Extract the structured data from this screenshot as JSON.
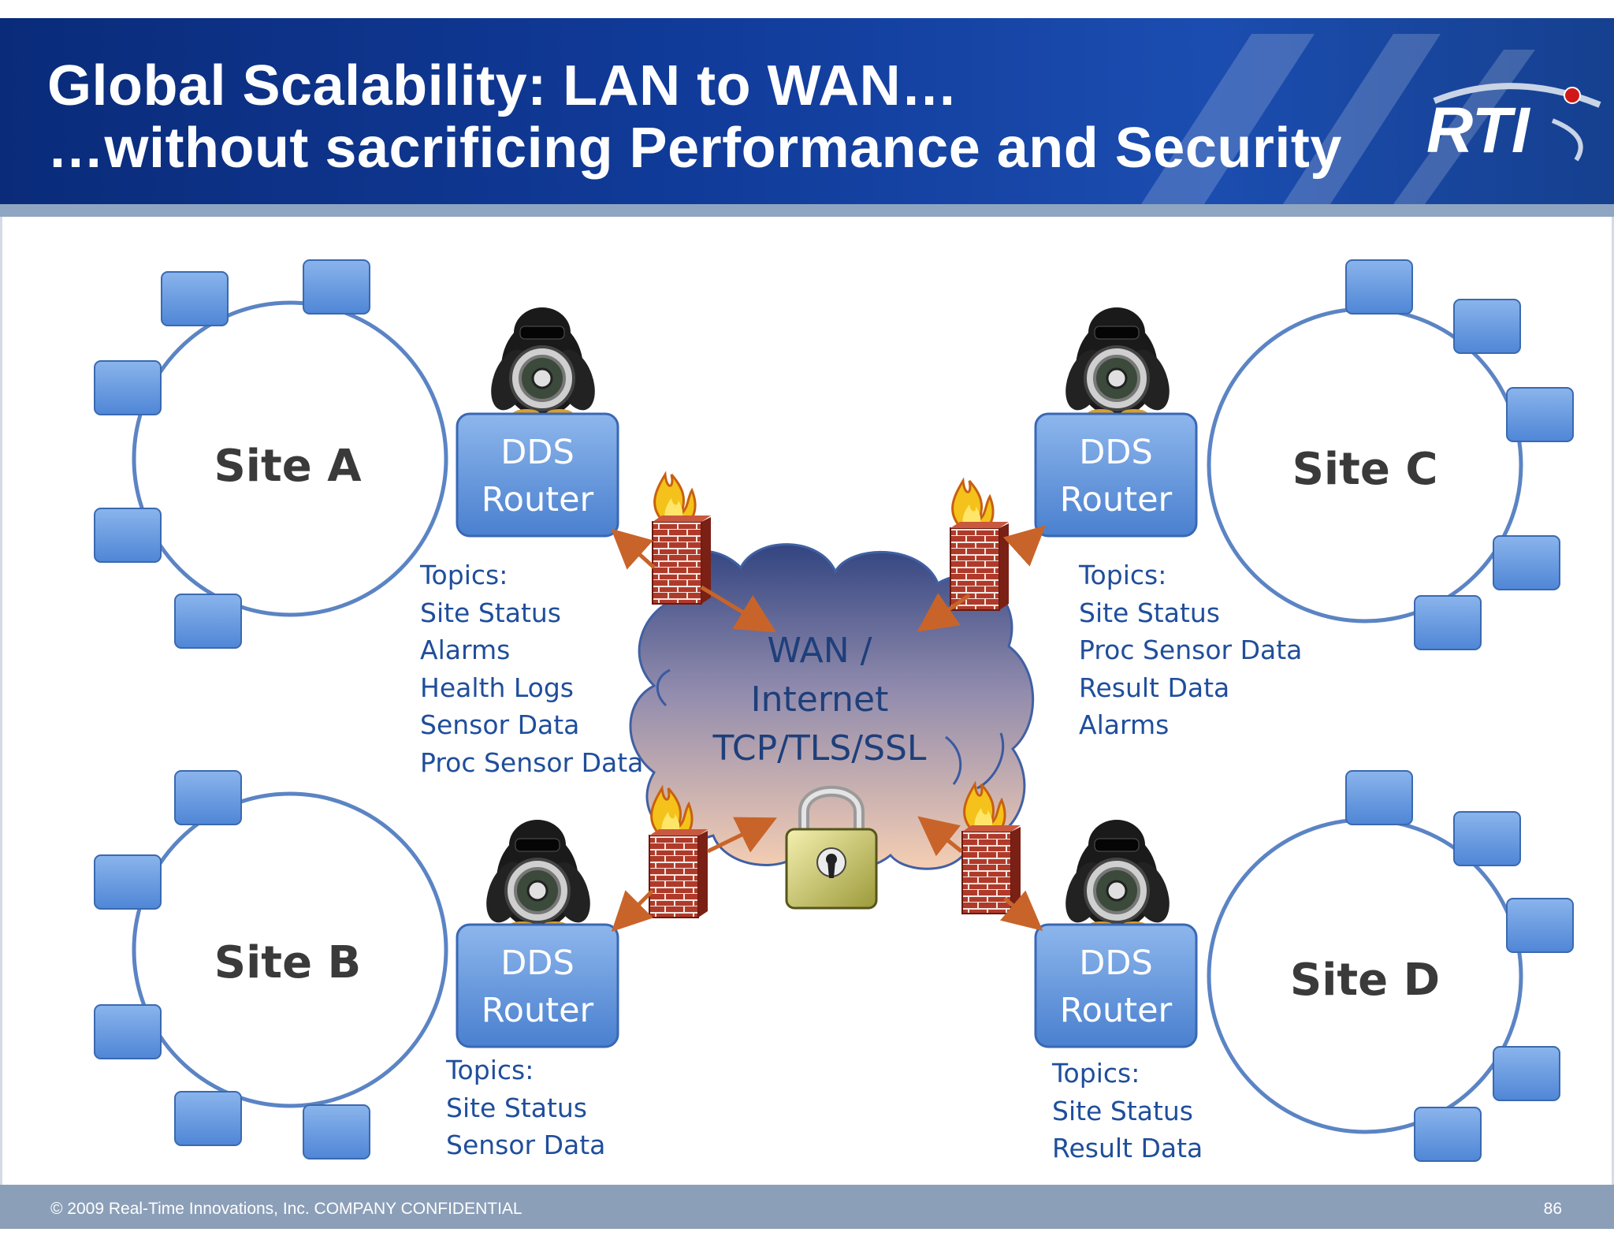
{
  "header": {
    "title_line1": "Global Scalability: LAN to WAN…",
    "title_line2": "…without sacrificing Performance and Security",
    "logo_text": "RTI"
  },
  "sites": {
    "a": {
      "label": "Site A"
    },
    "b": {
      "label": "Site B"
    },
    "c": {
      "label": "Site C"
    },
    "d": {
      "label": "Site D"
    }
  },
  "routers": {
    "a": {
      "line1": "DDS",
      "line2": "Router"
    },
    "b": {
      "line1": "DDS",
      "line2": "Router"
    },
    "c": {
      "line1": "DDS",
      "line2": "Router"
    },
    "d": {
      "line1": "DDS",
      "line2": "Router"
    }
  },
  "topics": {
    "a": [
      "Topics:",
      "Site Status",
      "Alarms",
      "Health Logs",
      "Sensor Data",
      "Proc Sensor Data"
    ],
    "b": [
      "Topics:",
      "Site Status",
      "Sensor Data"
    ],
    "c": [
      "Topics:",
      "Site Status",
      "Proc Sensor Data",
      "Result Data",
      "Alarms"
    ],
    "d": [
      "Topics:",
      "Site Status",
      "Result Data"
    ]
  },
  "cloud": {
    "line1": "WAN /",
    "line2": "Internet",
    "line3": "TCP/TLS/SSL"
  },
  "footer": {
    "copyright": "© 2009 Real-Time Innovations, Inc.  COMPANY CONFIDENTIAL",
    "page_number": "86"
  },
  "colors": {
    "header_blue": "#113c9b",
    "router_blue": "#5b8fd6",
    "node_blue": "#5f95dd",
    "ring_blue": "#5b84c4",
    "topics_text": "#1f4e9b",
    "arrow_orange": "#c8642a",
    "footer_band": "#8c9fb8"
  },
  "icons": [
    "penguin-icon",
    "firewall-icon",
    "padlock-icon",
    "cloud-icon",
    "arrow-icon",
    "node-icon"
  ]
}
